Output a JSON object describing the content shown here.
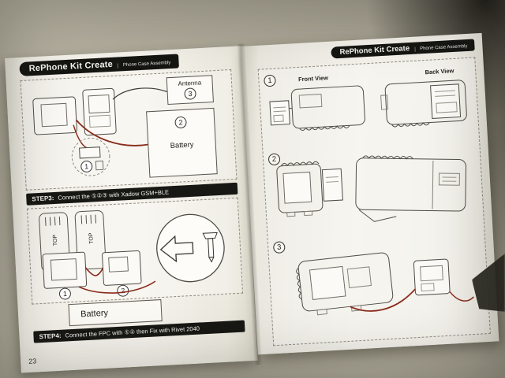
{
  "page_number": "23",
  "left_page": {
    "header": {
      "title": "RePhone Kit Create",
      "subtitle": "Phone Case Assembly"
    },
    "diagram1": {
      "antenna_label": "Antenna",
      "antenna_num": "3",
      "battery_num": "2",
      "battery_label": "Battery",
      "module_num": "1"
    },
    "step3": {
      "label": "STEP3:",
      "text": "Connect the ①②③ with Xadow GSM+BLE"
    },
    "diagram2": {
      "top_label_1": "TOP",
      "top_label_2": "TOP",
      "board1_num": "1",
      "board2_num": "2"
    },
    "battery_label": "Battery",
    "step4": {
      "label": "STEP4:",
      "text": "Connect the FPC with ①② then Fix with Rivet 2040"
    }
  },
  "right_page": {
    "header": {
      "title": "RePhone Kit Create",
      "subtitle": "Phone Case Assembly"
    },
    "steps": [
      {
        "num": "1",
        "front_view_label": "Front View",
        "back_view_label": "Back View"
      },
      {
        "num": "2"
      },
      {
        "num": "3"
      }
    ]
  }
}
